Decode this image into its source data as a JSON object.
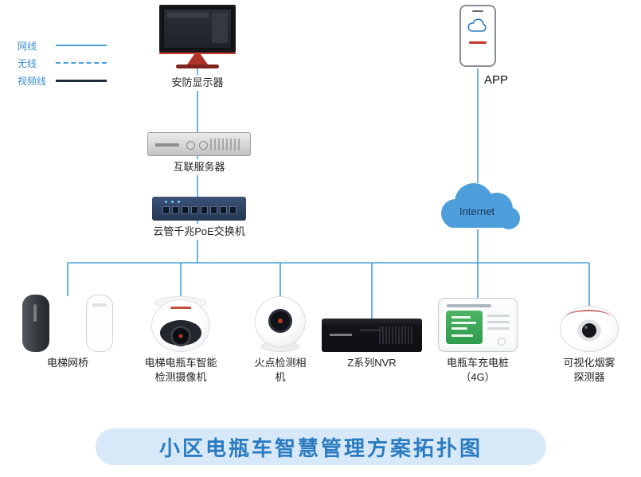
{
  "legend": {
    "items": [
      {
        "label": "网线",
        "style": "solid"
      },
      {
        "label": "无线",
        "style": "dashed"
      },
      {
        "label": "视频线",
        "style": "thick"
      }
    ]
  },
  "nodes": {
    "monitor": {
      "label": "安防显示器"
    },
    "app": {
      "label": "APP"
    },
    "server": {
      "label": "互联服务器"
    },
    "poe_switch": {
      "label": "云管千兆PoE交换机"
    },
    "internet": {
      "label": "Internet"
    },
    "elevator_bridge": {
      "label": "电梯网桥"
    },
    "elevator_camera": {
      "label": "电梯电瓶车智能\n检测摄像机"
    },
    "fire_camera": {
      "label": "火点检测相机"
    },
    "nvr": {
      "label": "Z系列NVR"
    },
    "charging_pile": {
      "label": "电瓶车充电桩\n（4G）"
    },
    "smoke_detector": {
      "label": "可视化烟雾\n探测器"
    }
  },
  "title": "小区电瓶车智慧管理方案拓扑图",
  "colors": {
    "line": "#4AA0D8",
    "video_line": "#1D2B3A",
    "cloud": "#4D9EDB",
    "cloud_text": "#18365C",
    "title_text": "#2A7BC0",
    "title_bg": "#D7E8F8"
  }
}
